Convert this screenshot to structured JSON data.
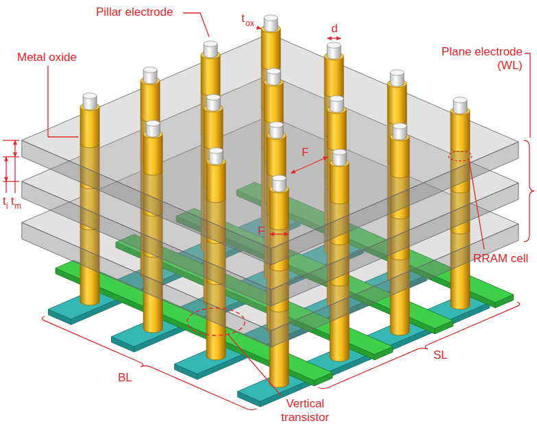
{
  "diagram": {
    "labels": [
      "Pillar electrode",
      "t",
      "ox",
      "d",
      "Plane electrode (WL)",
      "Metal oxide",
      "F",
      "F",
      "RRAM cell",
      "t",
      "i",
      "t",
      "m",
      "BL",
      "Vertical transistor",
      "SL"
    ]
  }
}
